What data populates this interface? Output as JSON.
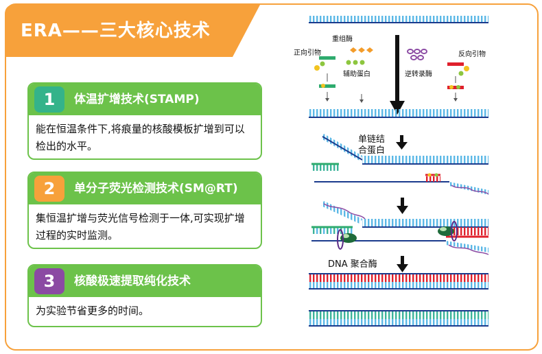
{
  "title": "ERA——三大核心技术",
  "colors": {
    "orange": "#f7a13b",
    "green": "#6cc24a",
    "teal": "#34b38a",
    "purple": "#8b4aa3"
  },
  "cards": [
    {
      "number": "1",
      "title": "体温扩增技术(STAMP)",
      "body": "能在恒温条件下,将痕量的核酸模板扩增到可以检出的水平。"
    },
    {
      "number": "2",
      "title": "单分子荧光检测技术(SM@RT)",
      "body": "集恒温扩增与荧光信号检测于一体,可实现扩增过程的实时监测。"
    },
    {
      "number": "3",
      "title": "核酸极速提取纯化技术",
      "body": "为实验节省更多的时间。"
    }
  ],
  "diagram": {
    "forward_primer": "正向引物",
    "recombinase": "重组酶",
    "helper_protein": "辅助蛋白",
    "reverse_transcriptase": "逆转录酶",
    "reverse_primer": "反向引物",
    "ssb": "单链结合蛋白",
    "ssb_line1": "单链结",
    "ssb_line2": "合蛋白",
    "polymerase": "DNA 聚合酶"
  }
}
